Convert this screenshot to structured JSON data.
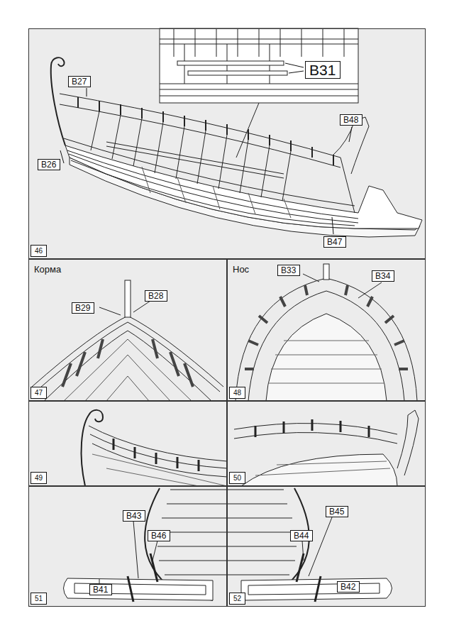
{
  "diagram": {
    "nodes": [
      {
        "text": [
          "46"
        ]
      },
      {
        "text": [
          "B27"
        ],
        "in": 0
      },
      {
        "text": [
          "B26"
        ],
        "in": 0
      },
      {
        "text": [
          "B31"
        ],
        "in": 0
      },
      {
        "text": [
          "B48"
        ],
        "in": 0
      },
      {
        "text": [
          "B47"
        ],
        "in": 0
      },
      {
        "text": [
          "Корма",
          "47"
        ]
      },
      {
        "text": [
          "B29"
        ],
        "in": 6
      },
      {
        "text": [
          "B28"
        ],
        "in": 6
      },
      {
        "text": [
          "Нос",
          "48"
        ]
      },
      {
        "text": [
          "B33"
        ],
        "in": 9
      },
      {
        "text": [
          "B34"
        ],
        "in": 9
      },
      {
        "text": [
          "49"
        ]
      },
      {
        "text": [
          "50"
        ]
      },
      {
        "text": [
          "51"
        ]
      },
      {
        "text": [
          "B43"
        ],
        "in": 14
      },
      {
        "text": [
          "B46"
        ],
        "in": 14
      },
      {
        "text": [
          "B41"
        ],
        "in": 14
      },
      {
        "text": [
          "52"
        ]
      },
      {
        "text": [
          "B45"
        ],
        "in": 18
      },
      {
        "text": [
          "B44"
        ],
        "in": 18
      },
      {
        "text": [
          "B42"
        ],
        "in": 18
      }
    ]
  }
}
